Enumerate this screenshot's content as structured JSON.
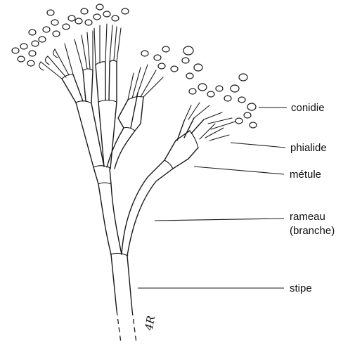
{
  "diagram": {
    "labels": {
      "conidie": "conidie",
      "phialide": "phialide",
      "metule": "métule",
      "rameau": "rameau",
      "branche": "(branche)",
      "stipe": "stipe"
    },
    "signature": "4R",
    "colors": {
      "ink": "#1a1a1a",
      "background": "#ffffff"
    }
  }
}
